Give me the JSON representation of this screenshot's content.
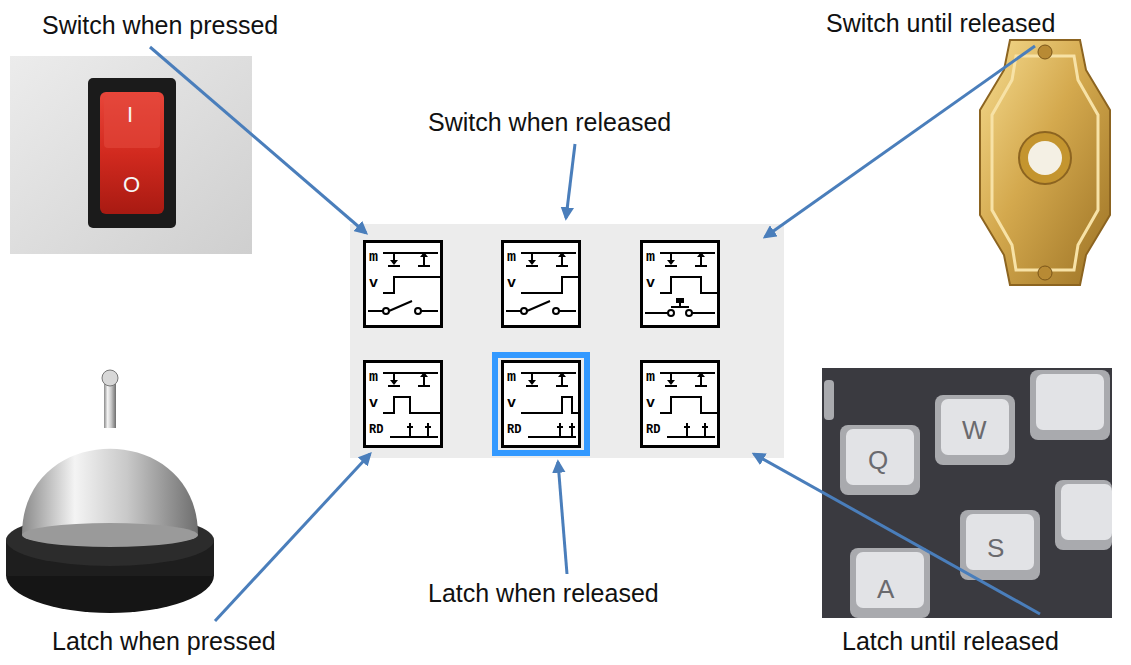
{
  "diagram": {
    "nodes": [
      {
        "text": [
          "m",
          "v"
        ]
      },
      {
        "text": [
          "m",
          "v"
        ]
      },
      {
        "text": [
          "m",
          "v"
        ]
      },
      {
        "text": [
          "m",
          "v",
          "RD"
        ]
      },
      {
        "text": [
          "m",
          "v",
          "RD"
        ]
      },
      {
        "text": [
          "m",
          "v",
          "RD"
        ]
      }
    ],
    "labels": [
      "Switch when pressed",
      "I",
      "O",
      "Switch when released",
      "Switch until released",
      "Latch when pressed",
      "Latch when released",
      "Latch until released",
      "Q",
      "W",
      "A",
      "S"
    ]
  }
}
